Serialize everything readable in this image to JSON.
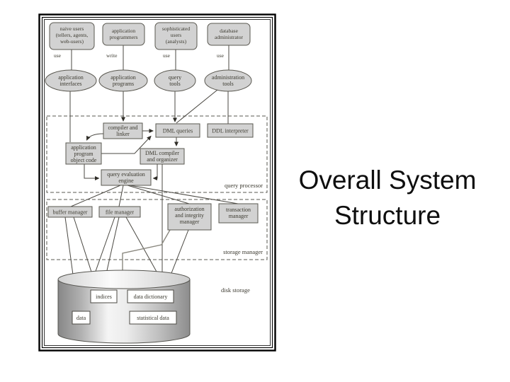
{
  "slide": {
    "title_lines": [
      "Overall System",
      "Structure"
    ]
  },
  "figure": {
    "users": [
      {
        "lines": [
          "naive users",
          "(tellers, agents,",
          "web-users)"
        ]
      },
      {
        "lines": [
          "application",
          "programmers"
        ]
      },
      {
        "lines": [
          "sophisticated",
          "users",
          "(analysts)"
        ]
      },
      {
        "lines": [
          "database",
          "administrator"
        ]
      }
    ],
    "verbs": [
      "use",
      "write",
      "use",
      "use"
    ],
    "tools": [
      {
        "lines": [
          "application",
          "interfaces"
        ]
      },
      {
        "lines": [
          "application",
          "programs"
        ]
      },
      {
        "lines": [
          "query",
          "tools"
        ]
      },
      {
        "lines": [
          "administration",
          "tools"
        ]
      }
    ],
    "query_processor": {
      "label": "query processor",
      "compiler_lines": [
        "compiler and",
        "linker"
      ],
      "dml_queries": "DML queries",
      "ddl_interpreter": "DDL interpreter",
      "app_object_lines": [
        "application",
        "program",
        "object code"
      ],
      "dml_compiler_lines": [
        "DML compiler",
        "and organizer"
      ],
      "engine_lines": [
        "query evaluation",
        "engine"
      ]
    },
    "storage_manager": {
      "label": "storage manager",
      "buffer": "buffer manager",
      "file": "file manager",
      "auth_lines": [
        "authorization",
        "and integrity",
        "manager"
      ],
      "transaction_lines": [
        "transaction",
        "manager"
      ]
    },
    "disk": {
      "label": "disk storage",
      "data": "data",
      "indices": "indices",
      "data_dictionary": "data dictionary",
      "statistical": "statistical data"
    },
    "colors": {
      "node_fill": "#d2d2d2",
      "node_stroke": "#5a5850",
      "line": "#4b4943",
      "text": "#3b392f",
      "title": "#0e0e0e",
      "background": "#ffffff"
    }
  }
}
